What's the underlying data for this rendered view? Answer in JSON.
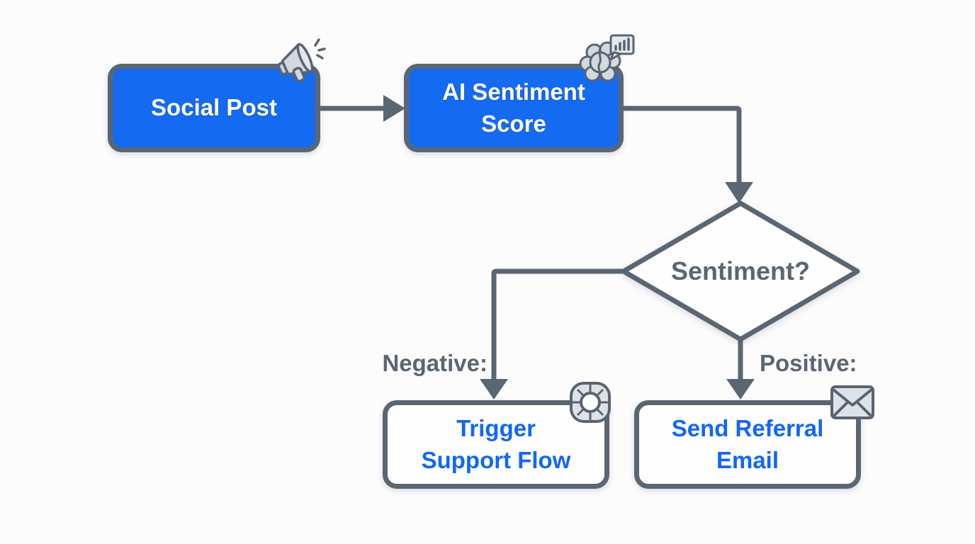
{
  "diagram": {
    "type": "flowchart",
    "background": "#fcfcfd",
    "colors": {
      "process_fill_blue": "#146bf2",
      "outcome_fill_white": "#fefefe",
      "node_border_gray": "#5b6673",
      "connector_gray": "#5b6673",
      "text_on_blue": "#ffffff",
      "text_blue": "#1267f2",
      "branch_label_gray": "#5b6673",
      "icon_fill_light": "#d3d9e0",
      "icon_stroke_dark": "#5a6470"
    },
    "nodes": {
      "social_post": {
        "label": "Social Post",
        "shape": "rounded-rect",
        "fill": "blue",
        "icon": "megaphone-icon"
      },
      "ai_sentiment_score": {
        "label": "AI Sentiment Score",
        "shape": "rounded-rect",
        "fill": "blue",
        "icon": "brain-analytics-icon"
      },
      "sentiment_decision": {
        "label": "Sentiment?",
        "shape": "diamond",
        "fill": "white",
        "icon": ""
      },
      "trigger_support_flow": {
        "label": "Trigger Support Flow",
        "shape": "rounded-rect",
        "fill": "white",
        "icon": "lifebuoy-icon"
      },
      "send_referral_email": {
        "label": "Send Referral Email",
        "shape": "rounded-rect",
        "fill": "white",
        "icon": "envelope-icon"
      }
    },
    "edges": [
      {
        "from": "social_post",
        "to": "ai_sentiment_score",
        "label": ""
      },
      {
        "from": "ai_sentiment_score",
        "to": "sentiment_decision",
        "label": ""
      },
      {
        "from": "sentiment_decision",
        "to": "trigger_support_flow",
        "label": "Negative:"
      },
      {
        "from": "sentiment_decision",
        "to": "send_referral_email",
        "label": "Positive:"
      }
    ]
  }
}
